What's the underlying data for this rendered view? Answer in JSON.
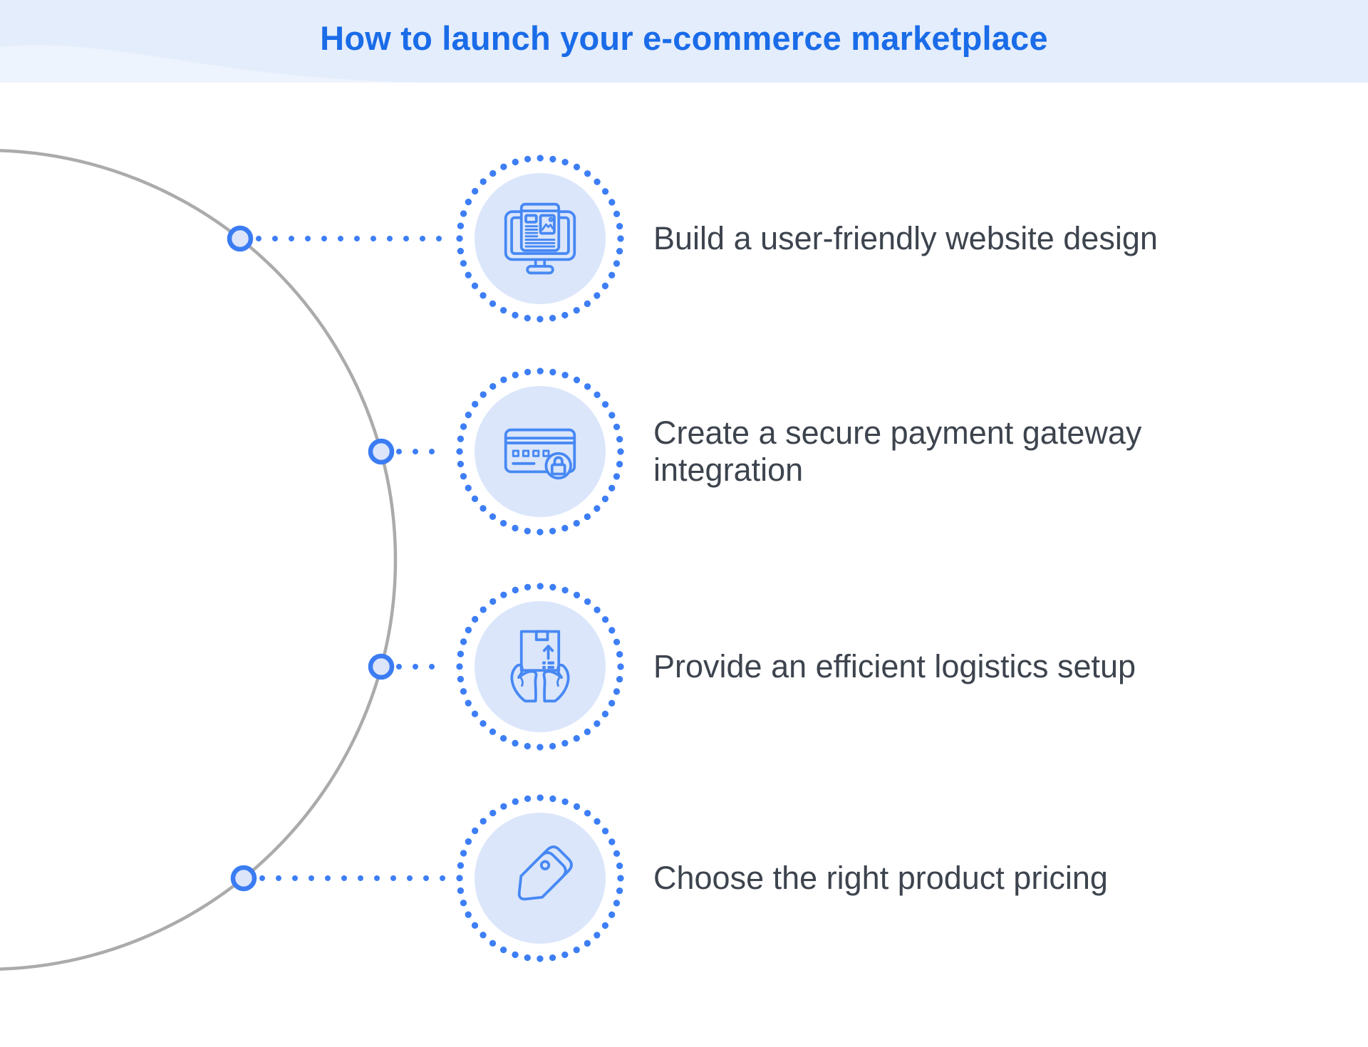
{
  "header": {
    "title": "How to launch your e-commerce marketplace"
  },
  "steps": [
    {
      "id": 1,
      "label": "Build a user-friendly website design",
      "icon": "website-design-monitor-icon"
    },
    {
      "id": 2,
      "label": "Create a secure payment gateway integration",
      "icon": "secure-payment-card-lock-icon"
    },
    {
      "id": 3,
      "label": "Provide an efficient logistics setup",
      "icon": "logistics-hands-holding-box-icon"
    },
    {
      "id": 4,
      "label": "Choose the right product pricing",
      "icon": "price-tag-icon"
    }
  ],
  "colors": {
    "header_bg": "#e4edfc",
    "header_wave": "#eef4fd",
    "title_blue": "#1a6ce8",
    "blue": "#3b7cf3",
    "icon_blue": "#4788f3",
    "dots": "#3d7ef5",
    "disc": "#dbe6fb",
    "node_fill": "#dce5f9",
    "arc_gray": "#ababab",
    "label_text": "#3d444e"
  }
}
